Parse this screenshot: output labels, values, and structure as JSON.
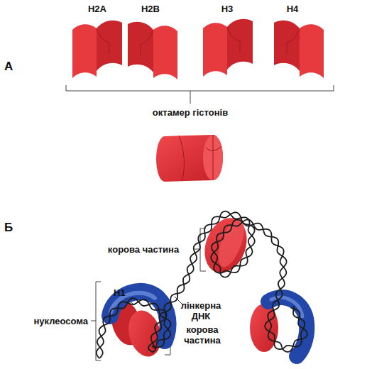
{
  "diagram": {
    "labels": [
      "А",
      "H2A",
      "H2B",
      "H3",
      "H4",
      "октамер гістонів",
      "Б",
      "корова частина",
      "H1",
      "нуклеосома",
      "лінкерна ДНК",
      "корова частина"
    ]
  }
}
